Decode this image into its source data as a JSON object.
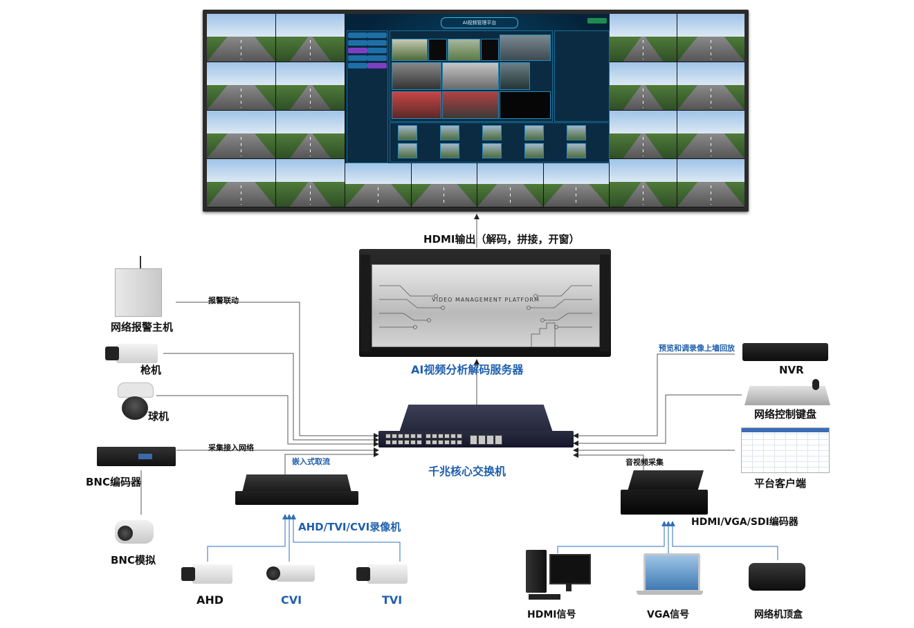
{
  "wall": {
    "platform_title": "AI视频管理平台"
  },
  "server": {
    "panel_text": "VIDEO MANAGEMENT PLATFORM",
    "label": "AI视频分析解码服务器"
  },
  "switch": {
    "label": "千兆核心交换机"
  },
  "connections": {
    "hdmi_out": "HDMI输出（解码，拼接，开窗）",
    "alarm_link": "报警联动",
    "capture_access": "采集接入网络",
    "embedded_stream": "嵌入式取流",
    "preview_playback": "预览和调录像上墙回放",
    "av_capture": "音视频采集"
  },
  "left_devices": {
    "alarm_host": "网络报警主机",
    "gun_camera": "枪机",
    "dome_camera": "球机",
    "bnc_encoder": "BNC编码器",
    "bnc_analog": "BNC模拟"
  },
  "recorder": {
    "label": "AHD/TVI/CVI录像机",
    "inputs": [
      "AHD",
      "CVI",
      "TVI"
    ]
  },
  "right_devices": {
    "nvr": "NVR",
    "keyboard": "网络控制键盘",
    "client": "平台客户端",
    "encoder": "HDMI/VGA/SDI编码器"
  },
  "sources": {
    "hdmi": "HDMI信号",
    "vga": "VGA信号",
    "stb": "网络机顶盒"
  },
  "colors": {
    "line": "#555555",
    "blue_line": "#2f6fb8",
    "blue_text": "#1f5fae"
  }
}
